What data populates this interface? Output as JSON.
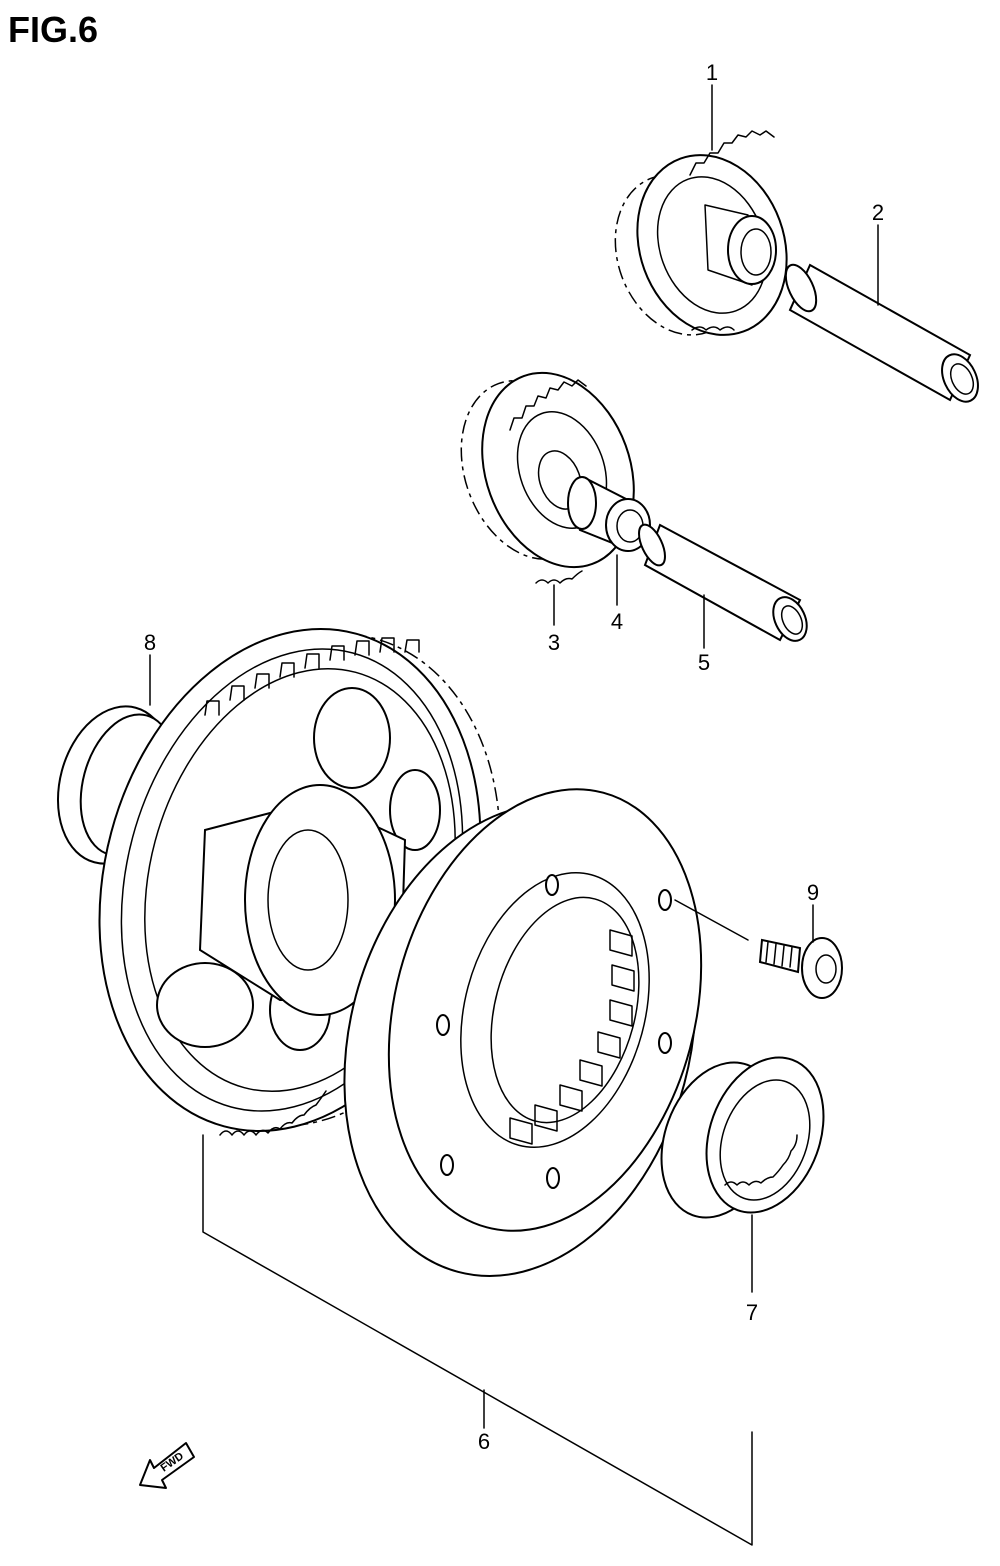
{
  "figure": {
    "title": "FIG.6",
    "fwd_label": "FWD"
  },
  "callouts": [
    {
      "id": "1",
      "label": "1"
    },
    {
      "id": "2",
      "label": "2"
    },
    {
      "id": "3",
      "label": "3"
    },
    {
      "id": "4",
      "label": "4"
    },
    {
      "id": "5",
      "label": "5"
    },
    {
      "id": "6",
      "label": "6"
    },
    {
      "id": "7",
      "label": "7"
    },
    {
      "id": "8",
      "label": "8"
    },
    {
      "id": "9",
      "label": "9"
    }
  ],
  "colors": {
    "line": "#000000",
    "background": "#ffffff"
  }
}
